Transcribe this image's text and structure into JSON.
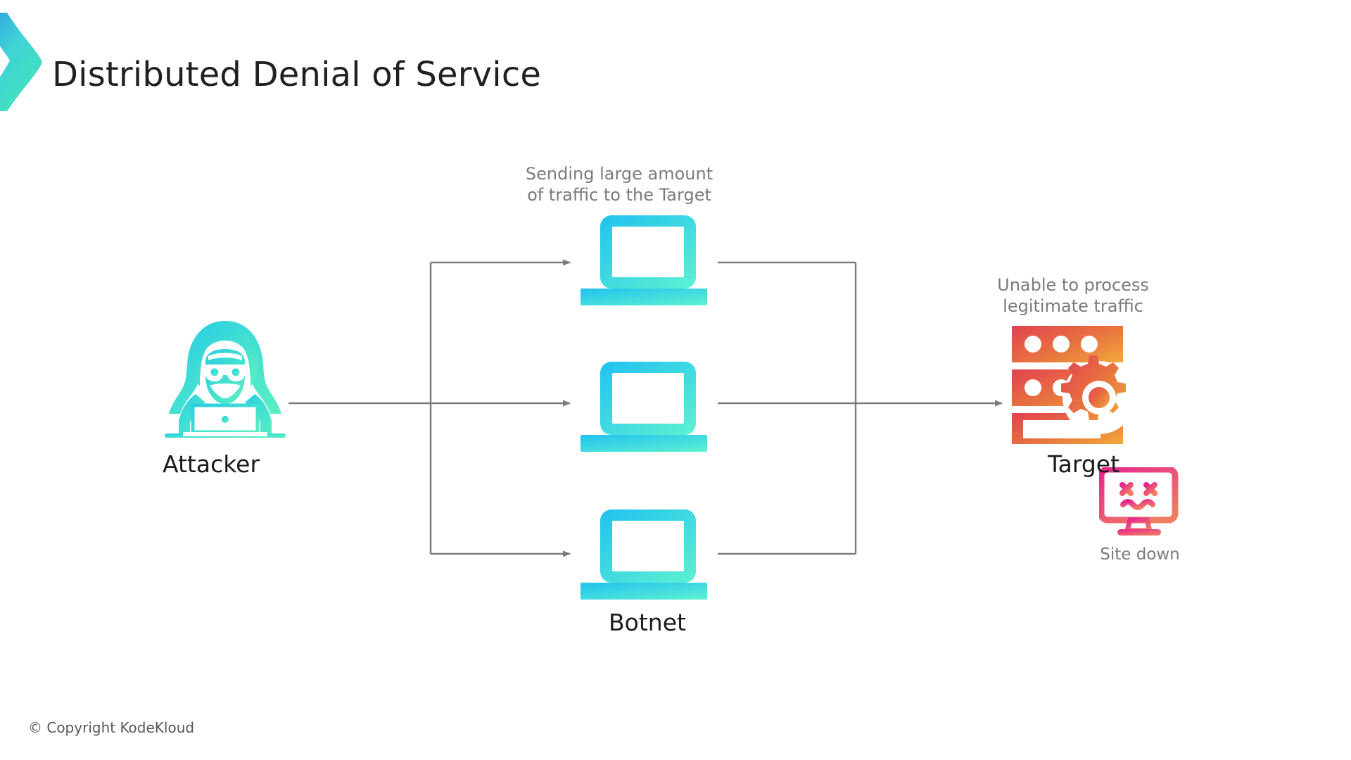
{
  "page": {
    "title": "Distributed Denial of Service",
    "background_color": "#ffffff",
    "copyright": "© Copyright KodeKloud"
  },
  "brand": {
    "logo_icon": "chevron-right-icon",
    "gradient_from": "#31a8dd",
    "gradient_to": "#3fe0bf"
  },
  "diagram": {
    "type": "flow-diagram",
    "nodes": [
      {
        "id": "attacker",
        "label": "Attacker",
        "icon": "hacker-icon",
        "color_from": "#2fd0e0",
        "color_to": "#54ecc0"
      },
      {
        "id": "botnet",
        "label": "Botnet",
        "icon": "laptop-icon",
        "count": 3,
        "annotation": "Sending large amount\nof traffic to the Target",
        "color_from": "#29c6ea",
        "color_to": "#56efd3"
      },
      {
        "id": "target",
        "label": "Target",
        "icon": "server-gear-icon",
        "annotation": "Unable to process\nlegitimate traffic",
        "color_from": "#e04a57",
        "color_to": "#f0a03c"
      },
      {
        "id": "site-down",
        "label": "Site down",
        "icon": "dead-monitor-icon",
        "color_from": "#e9338f",
        "color_to": "#ef7a63"
      }
    ],
    "connector_color": "#7b7b7b",
    "text_color_note": "#7b7b7b",
    "text_color_label": "#1b1b1b"
  }
}
